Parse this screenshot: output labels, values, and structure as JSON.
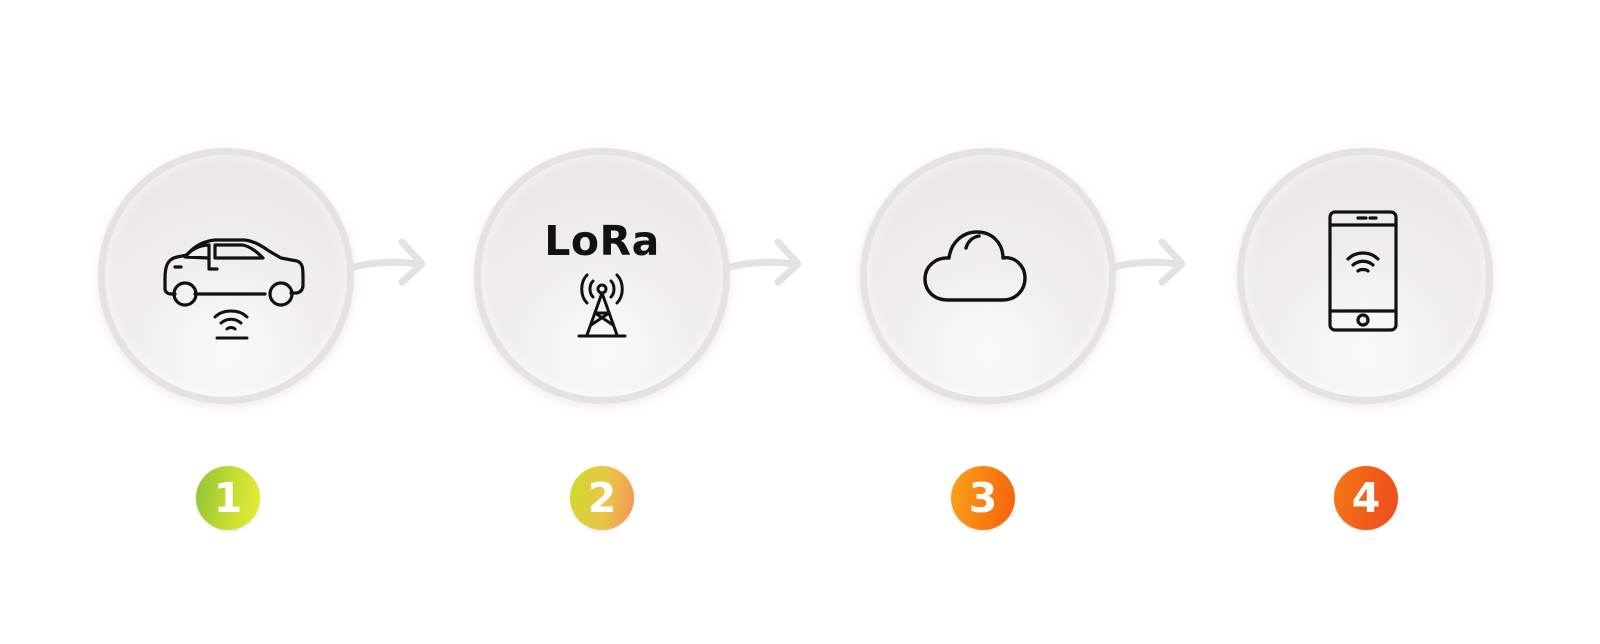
{
  "steps": [
    {
      "number": "1",
      "icon": "car-wifi-icon"
    },
    {
      "number": "2",
      "icon": "lora-tower-icon",
      "label": "LoRa"
    },
    {
      "number": "3",
      "icon": "cloud-icon"
    },
    {
      "number": "4",
      "icon": "smartphone-wifi-icon"
    }
  ],
  "colors": {
    "circle_fill": "#f1ecec",
    "circle_border": "#e8e1e2",
    "arrow": "#e2e2e4",
    "icon_stroke": "#111111",
    "badge_1": "#a8cf35",
    "badge_2": "#e6c94a",
    "badge_3": "#f98c15",
    "badge_4": "#f0621a"
  }
}
